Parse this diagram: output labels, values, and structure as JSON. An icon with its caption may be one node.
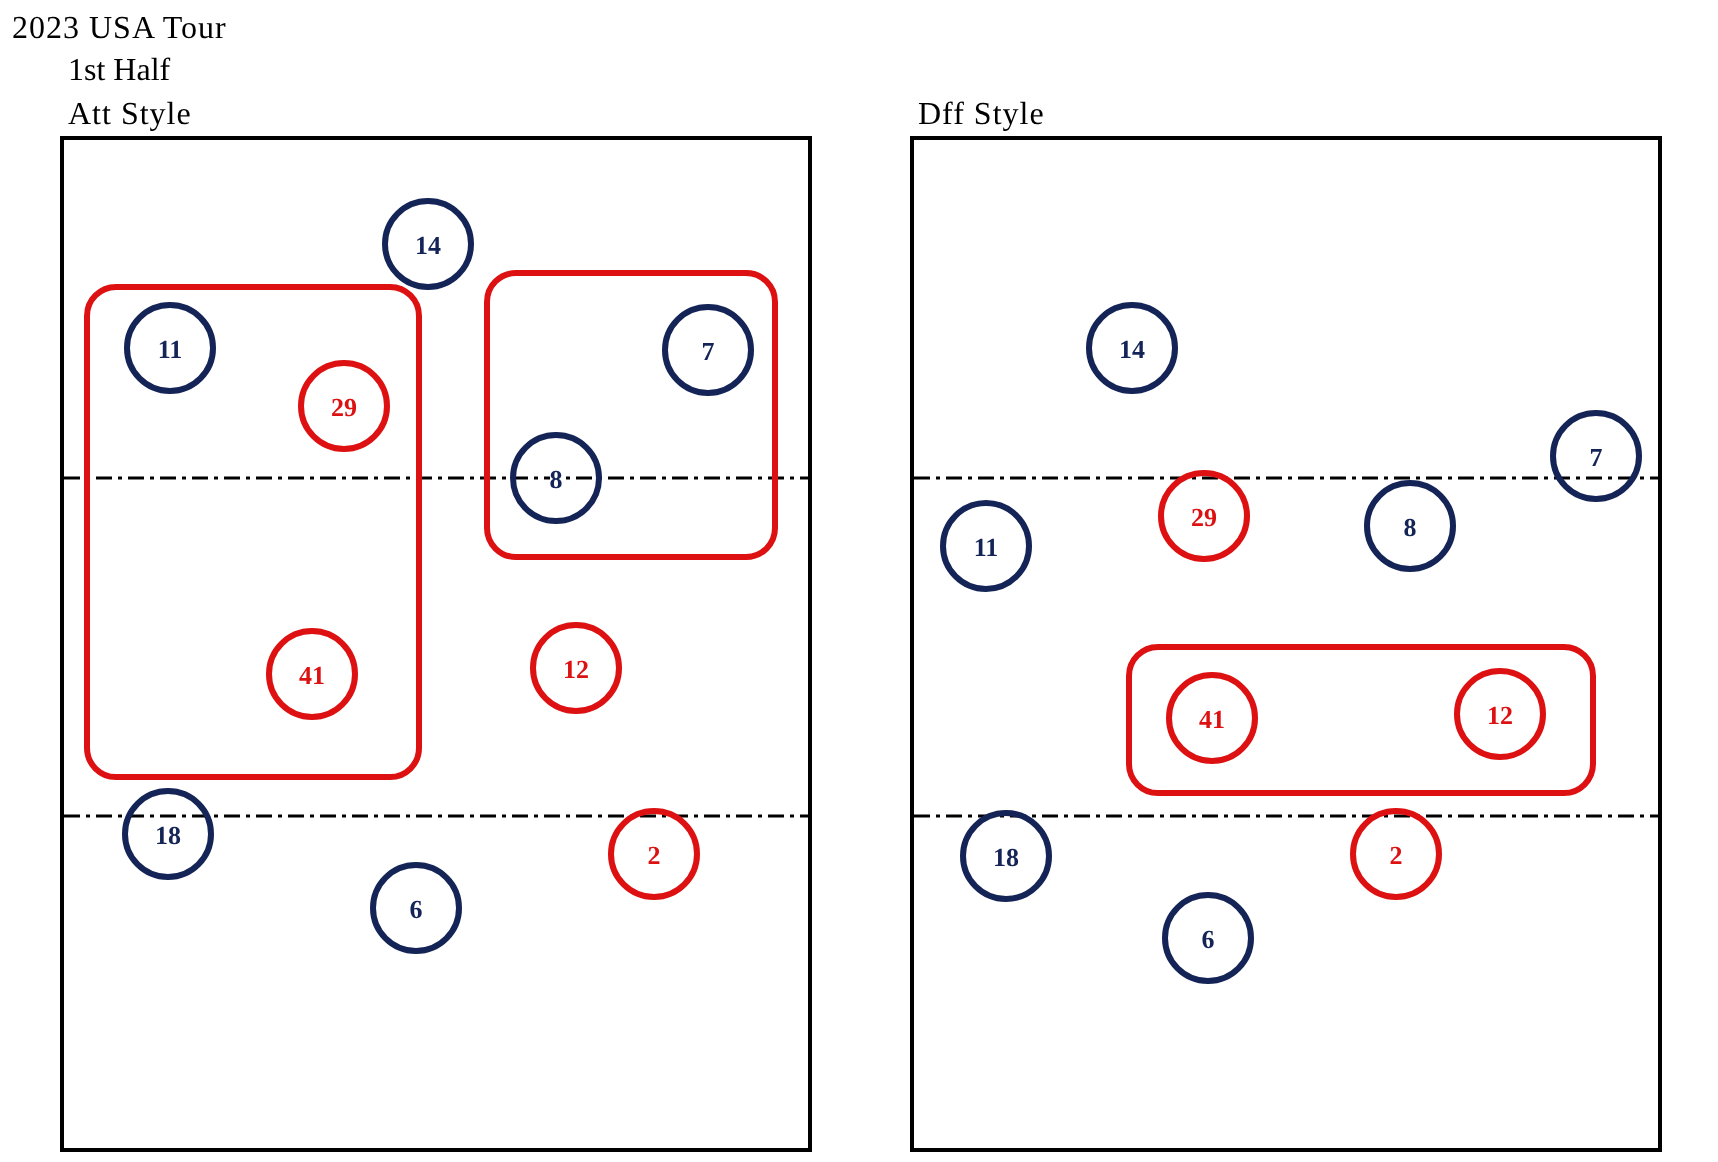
{
  "diagram": {
    "title": "2023 USA Tour",
    "nodes": [
      {
        "text": [
          "Att Style"
        ]
      },
      {
        "text": [
          "14"
        ],
        "in": 0
      },
      {
        "text": [],
        "shape": "box",
        "in": 0
      },
      {
        "text": [
          "11"
        ],
        "in": 2
      },
      {
        "text": [
          "29"
        ],
        "in": 2
      },
      {
        "text": [
          "41"
        ],
        "in": 2
      },
      {
        "text": [],
        "shape": "box",
        "in": 0
      },
      {
        "text": [
          "7"
        ],
        "in": 6
      },
      {
        "text": [
          "8"
        ],
        "in": 6
      },
      {
        "text": [
          "12"
        ],
        "in": 0
      },
      {
        "text": [
          "18"
        ],
        "in": 0
      },
      {
        "text": [
          "2"
        ],
        "in": 0
      },
      {
        "text": [
          "6"
        ],
        "in": 0
      },
      {
        "text": [
          "Dff Style"
        ]
      },
      {
        "text": [
          "14"
        ],
        "in": 13
      },
      {
        "text": [
          "7"
        ],
        "in": 13
      },
      {
        "text": [
          "11"
        ],
        "in": 13
      },
      {
        "text": [
          "29"
        ],
        "in": 13
      },
      {
        "text": [
          "8"
        ],
        "in": 13
      },
      {
        "text": [],
        "shape": "box",
        "in": 13
      },
      {
        "text": [
          "41"
        ],
        "in": 19
      },
      {
        "text": [
          "12"
        ],
        "in": 19
      },
      {
        "text": [
          "18"
        ],
        "in": 13
      },
      {
        "text": [
          "2"
        ],
        "in": 13
      },
      {
        "text": [
          "6"
        ],
        "in": 13
      }
    ],
    "labels": [
      "1st Half"
    ]
  }
}
